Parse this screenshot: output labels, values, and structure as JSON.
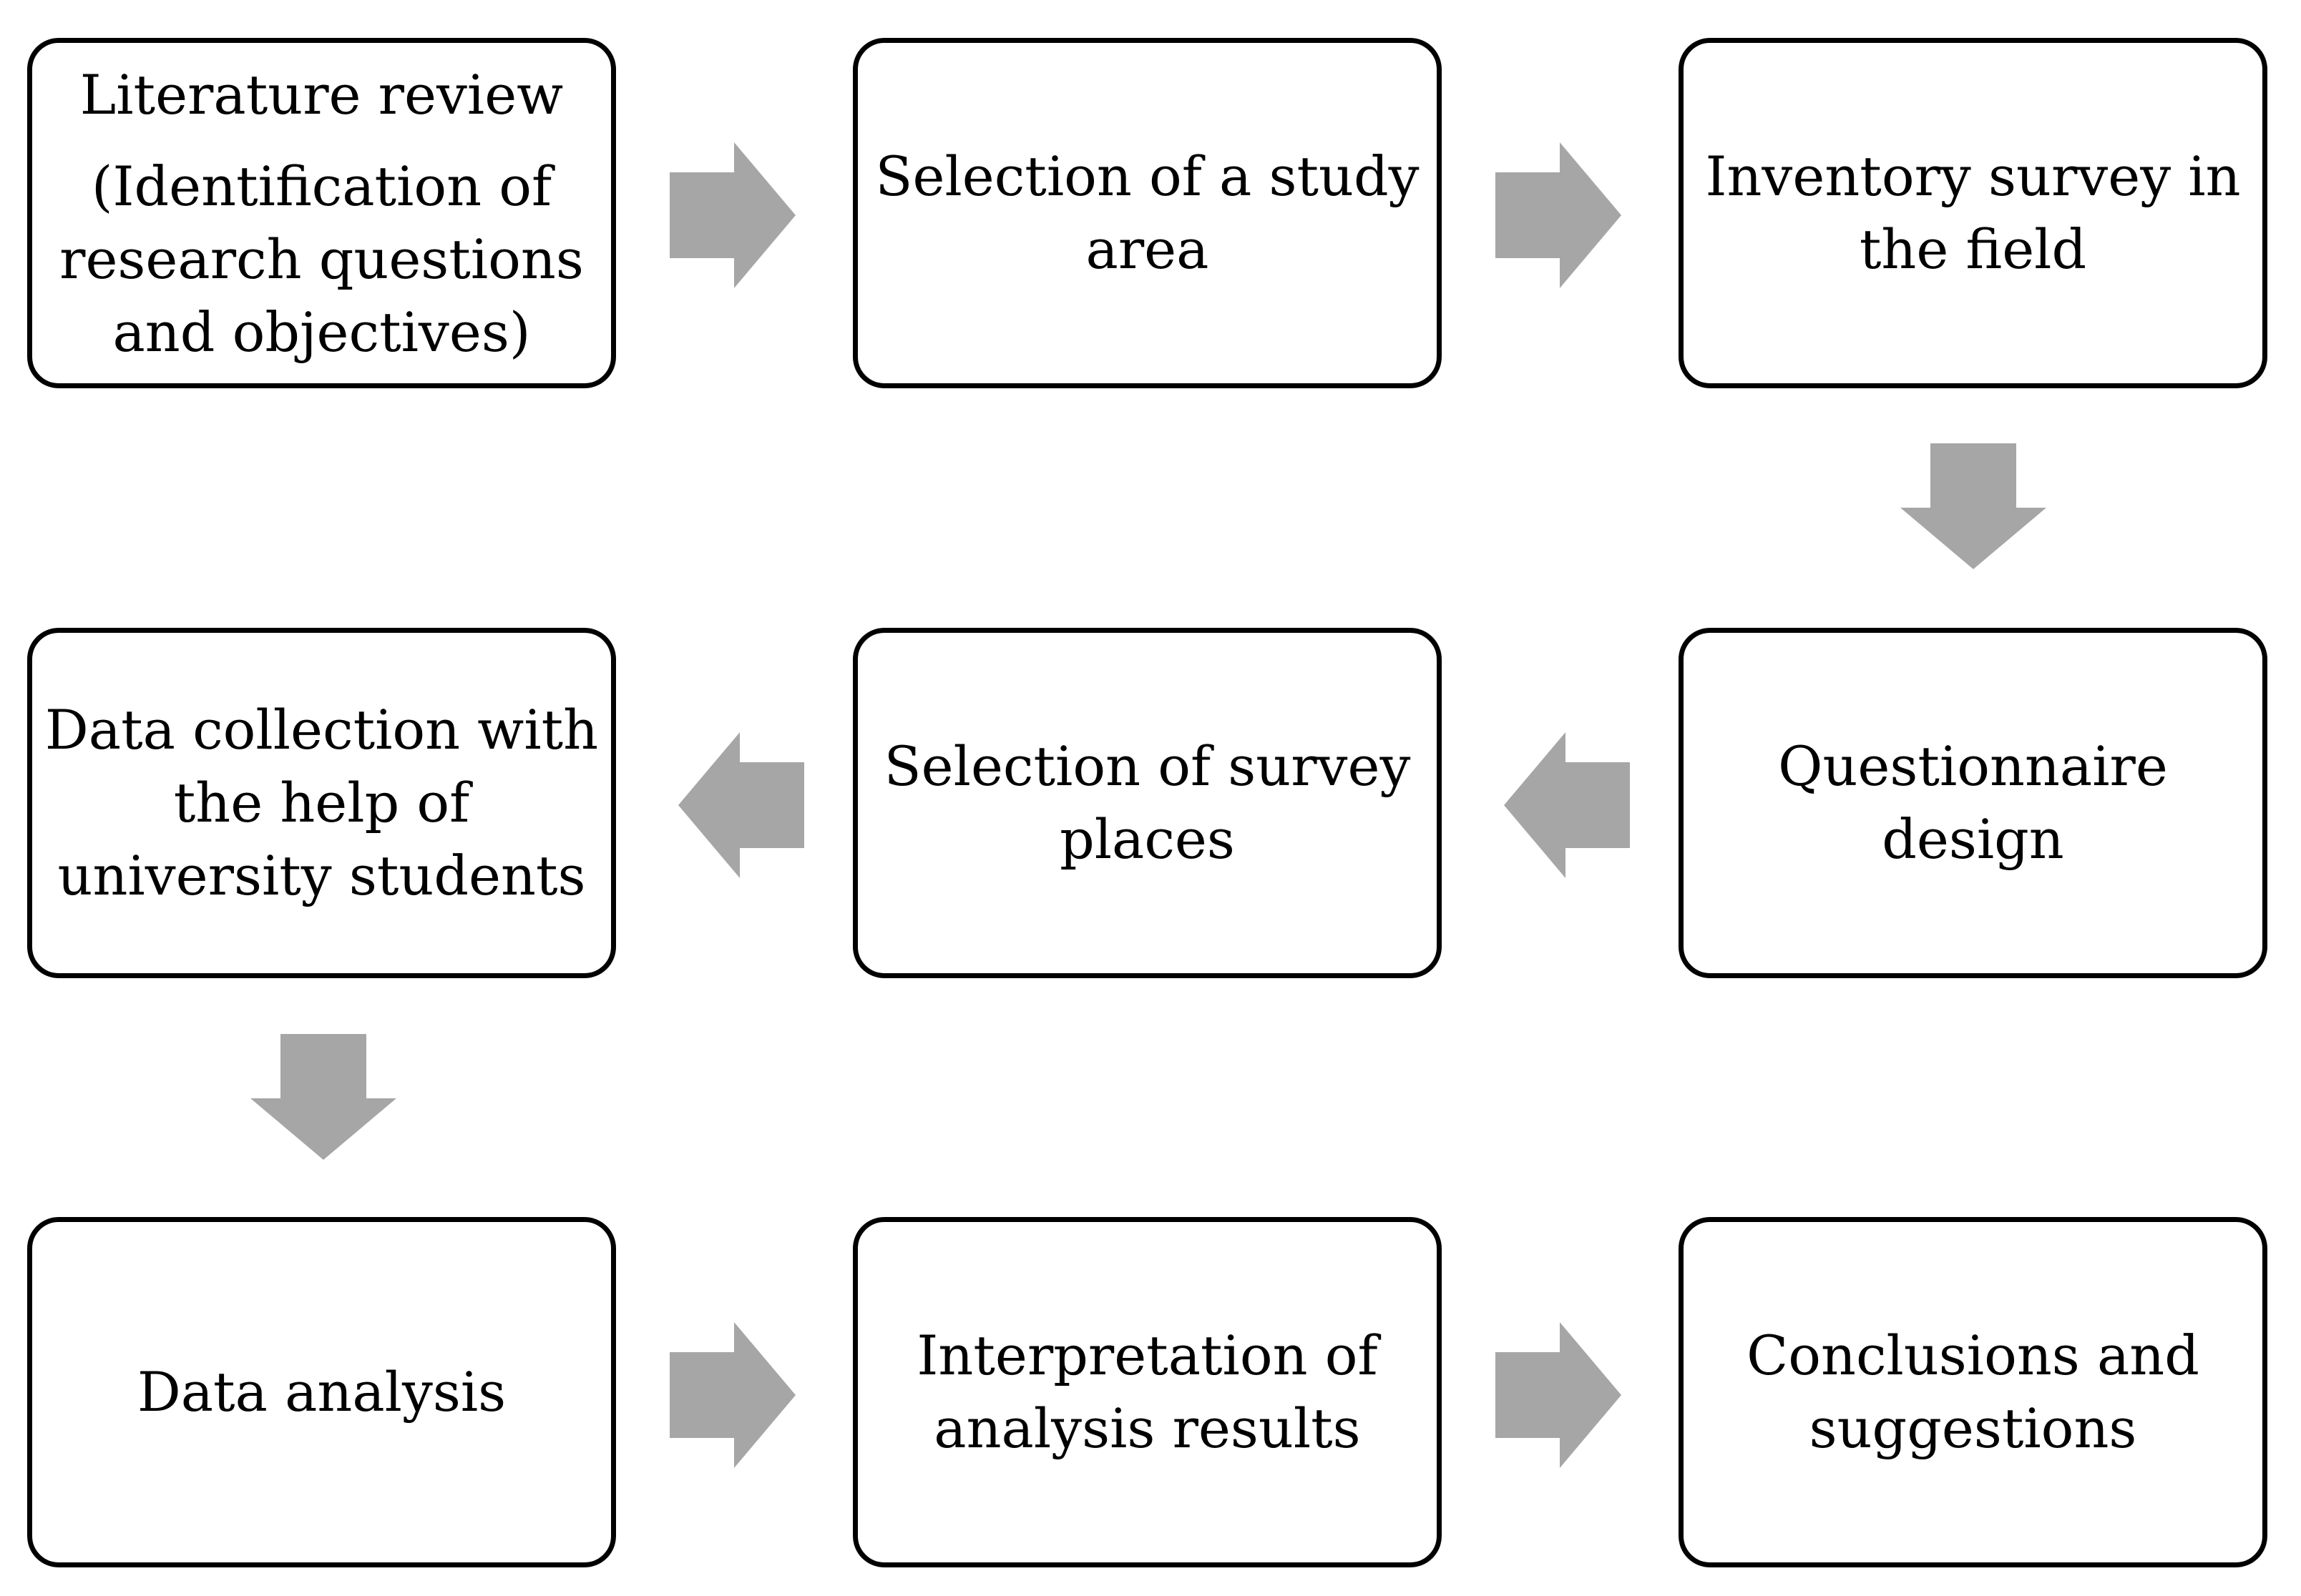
{
  "steps": [
    {
      "id": 1,
      "lines": [
        "Literature review",
        "(Identification of",
        "research questions",
        "and objectives)"
      ]
    },
    {
      "id": 2,
      "lines": [
        "Selection of a study",
        "area"
      ]
    },
    {
      "id": 3,
      "lines": [
        "Inventory survey in",
        "the field"
      ]
    },
    {
      "id": 4,
      "lines": [
        "Questionnaire",
        "design"
      ]
    },
    {
      "id": 5,
      "lines": [
        "Selection of survey",
        "places"
      ]
    },
    {
      "id": 6,
      "lines": [
        "Data collection with",
        "the help of",
        "university students"
      ]
    },
    {
      "id": 7,
      "lines": [
        "Data analysis"
      ]
    },
    {
      "id": 8,
      "lines": [
        "Interpretation of",
        "analysis results"
      ]
    },
    {
      "id": 9,
      "lines": [
        "Conclusions and",
        "suggestions"
      ]
    }
  ],
  "flow": [
    {
      "from": 1,
      "to": 2,
      "direction": "right"
    },
    {
      "from": 2,
      "to": 3,
      "direction": "right"
    },
    {
      "from": 3,
      "to": 4,
      "direction": "down"
    },
    {
      "from": 4,
      "to": 5,
      "direction": "left"
    },
    {
      "from": 5,
      "to": 6,
      "direction": "left"
    },
    {
      "from": 6,
      "to": 7,
      "direction": "down"
    },
    {
      "from": 7,
      "to": 8,
      "direction": "right"
    },
    {
      "from": 8,
      "to": 9,
      "direction": "right"
    }
  ],
  "colors": {
    "box_border": "#000000",
    "arrow_fill": "#a6a6a6",
    "background": "#ffffff"
  }
}
